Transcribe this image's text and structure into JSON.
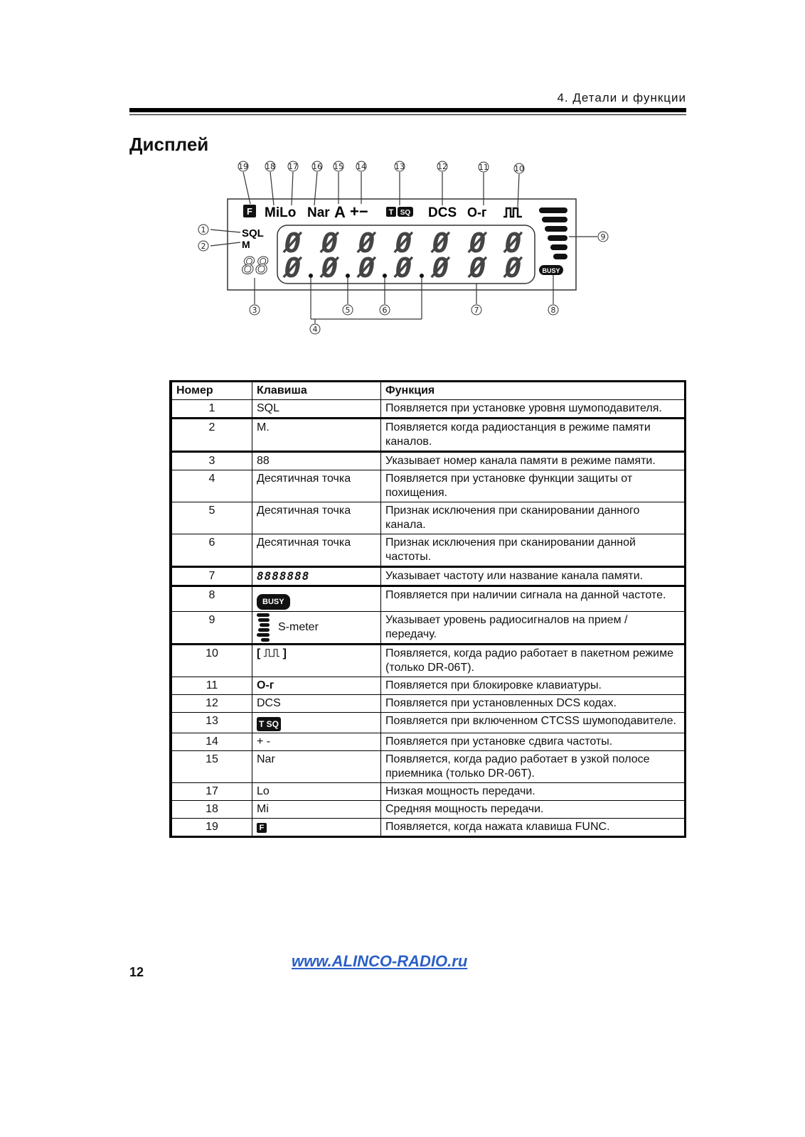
{
  "header": {
    "chapter": "4. Детали и функции",
    "section_title": "Дисплей"
  },
  "diagram": {
    "indicators": {
      "f": "F",
      "milo": "MiLo",
      "nar": "Nar",
      "a": "A",
      "plusminus": "+−",
      "t": "T",
      "sq": "SQ",
      "dcs": "DCS",
      "key": "O-ᴦ",
      "packet": "⎍⎍",
      "sql": "SQL",
      "m": "M",
      "ch": "88",
      "busy": "BUSY"
    },
    "callouts": [
      "①",
      "②",
      "③",
      "④",
      "⑤",
      "⑥",
      "⑦",
      "⑧",
      "⑨",
      "⑩",
      "⑪",
      "⑫",
      "⑬",
      "⑭",
      "⑮",
      "⑯",
      "⑰",
      "⑱",
      "⑲"
    ]
  },
  "table": {
    "headers": [
      "Номер",
      "Клавиша",
      "Функция"
    ],
    "rows": [
      {
        "num": "1",
        "key": "SQL",
        "func": "Появляется при установке уровня шумоподавителя."
      },
      {
        "num": "2",
        "key": "M.",
        "func": "Появляется когда радиостанция в режиме памяти каналов."
      },
      {
        "num": "3",
        "key": "88",
        "func": "Указывает номер канала памяти в режиме памяти."
      },
      {
        "num": "4",
        "key": "Десятичная точка",
        "func": "Появляется при установке функции защиты от похищения."
      },
      {
        "num": "5",
        "key": "Десятичная точка",
        "func": "Признак исключения при сканировании данного канала."
      },
      {
        "num": "6",
        "key": "Десятичная точка",
        "func": "Признак исключения при сканировании данной частоты."
      },
      {
        "num": "7",
        "key": "8888888",
        "func": "Указывает частоту или название канала памяти."
      },
      {
        "num": "8",
        "key": "BUSY",
        "func": "Появляется при наличии сигнала на данной частоте."
      },
      {
        "num": "9",
        "key": "S-meter",
        "func": "Указывает уровень радиосигналов на прием / передачу."
      },
      {
        "num": "10",
        "key": "[ ⎍⎍ ]",
        "func": "Появляется, когда радио работает в пакетном режиме (только DR-06T)."
      },
      {
        "num": "11",
        "key": "O-ᴦ",
        "func": "Появляется при блокировке клавиатуры."
      },
      {
        "num": "12",
        "key": "DCS",
        "func": "Появляется при установленных DCS кодах."
      },
      {
        "num": "13",
        "key": "T SQ",
        "func": "Появляется при включенном CTCSS шумоподавителе."
      },
      {
        "num": "14",
        "key": "+ -",
        "func": "Появляется при установке сдвига частоты."
      },
      {
        "num": "15",
        "key": "Nar",
        "func": "Появляется, когда радио работает в узкой полосе приемника (только DR-06T)."
      },
      {
        "num": "17",
        "key": "Lo",
        "func": "Низкая мощность передачи."
      },
      {
        "num": "18",
        "key": "Mi",
        "func": "Средняя мощность передачи."
      },
      {
        "num": "19",
        "key": "F",
        "func": "Появляется, когда нажата клавиша FUNC."
      }
    ]
  },
  "footer": {
    "page_number": "12",
    "website": "www.ALINCO-RADIO.ru"
  }
}
